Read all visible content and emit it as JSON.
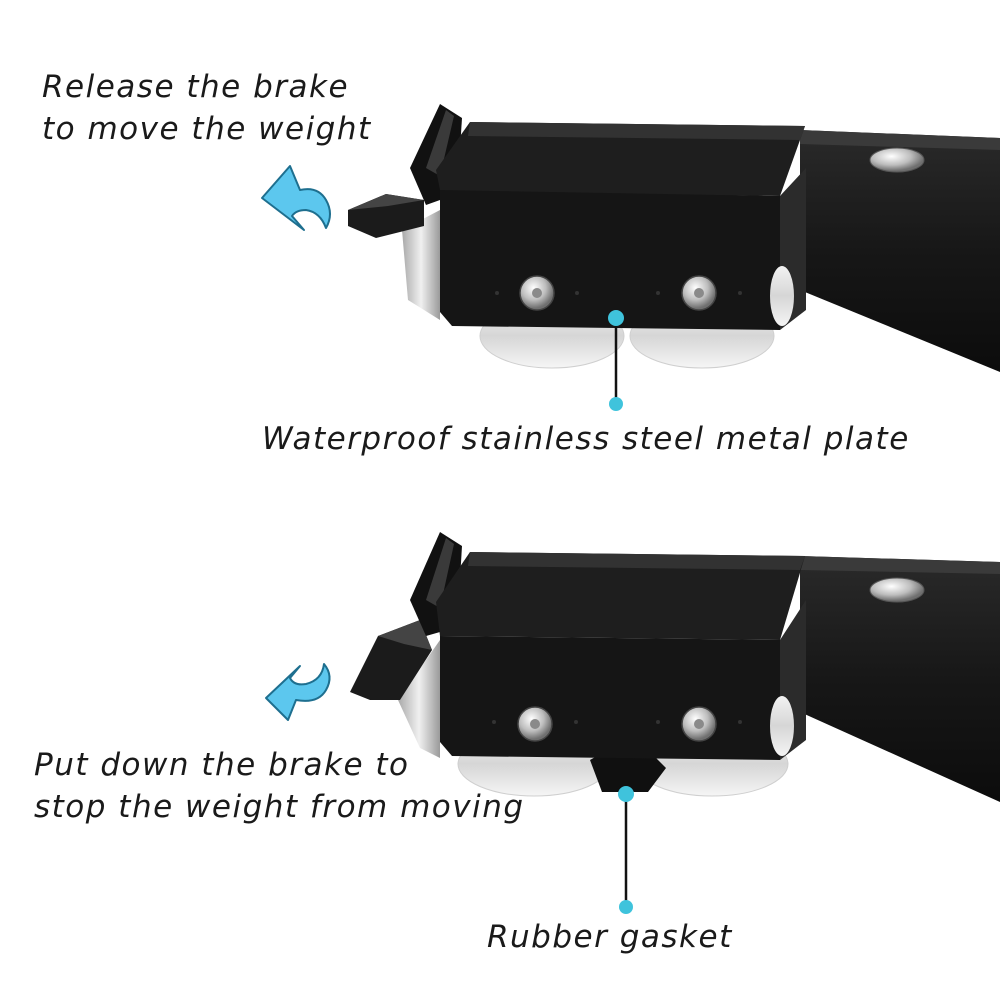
{
  "captions": {
    "release_brake": [
      "Release the brake",
      "to move the weight"
    ],
    "metal_plate": "Waterproof stainless steel metal plate",
    "put_down_brake": [
      "Put down the brake to",
      "stop the weight from moving"
    ],
    "rubber_gasket": "Rubber gasket"
  },
  "icons": {
    "top_arrow": "curved-arrow-up-icon",
    "bottom_arrow": "curved-arrow-down-icon"
  },
  "colors": {
    "accent": "#3fc3dc",
    "arrow_fill": "#5cc7ee",
    "body_black": "#151515",
    "steel": "#c8c8c8"
  }
}
